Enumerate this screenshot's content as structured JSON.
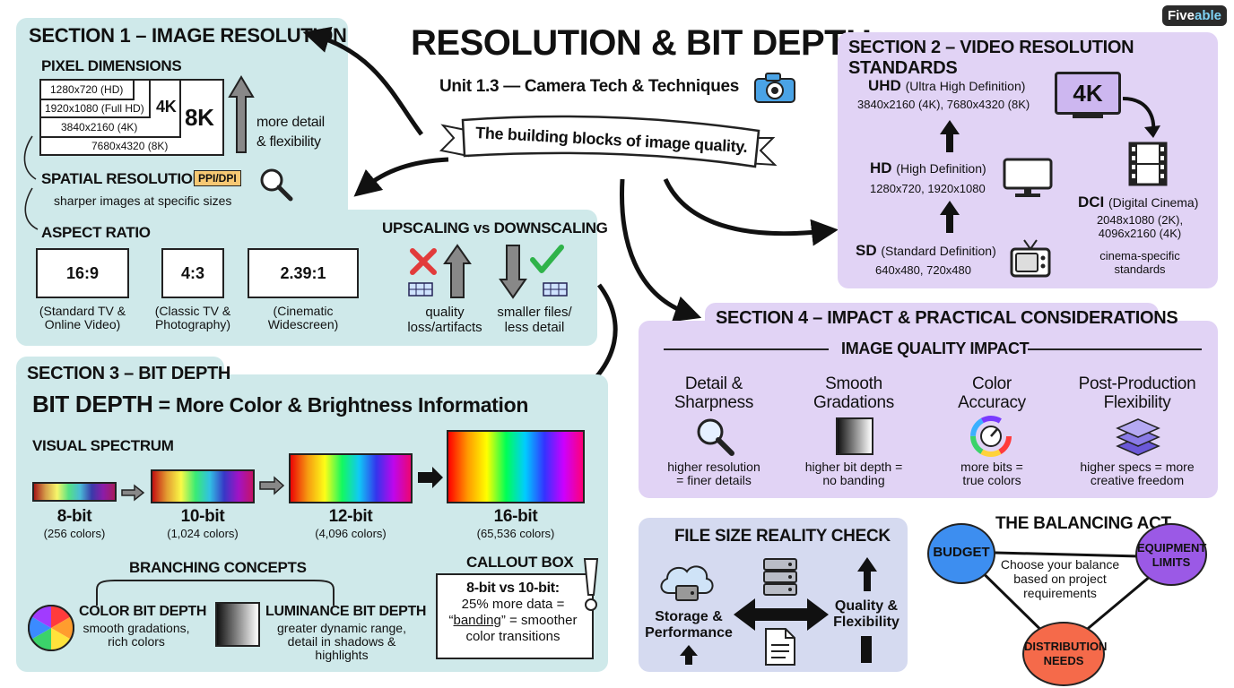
{
  "brand": {
    "name_a": "Five",
    "name_b": "able"
  },
  "header": {
    "title": "RESOLUTION & BIT DEPTH",
    "subtitle": "Unit 1.3 — Camera Tech & Techniques",
    "banner": "The building blocks of image quality."
  },
  "s1": {
    "title": "SECTION 1 – IMAGE RESOLUTION",
    "pixel_title": "PIXEL DIMENSIONS",
    "dims": [
      "1280x720 (HD)",
      "1920x1080 (Full HD)",
      "3840x2160 (4K)",
      "7680x4320 (8K)"
    ],
    "label_4k": "4K",
    "label_8k": "8K",
    "more_detail": "more detail",
    "flexibility": "& flexibility",
    "spatial_title": "SPATIAL RESOLUTION",
    "ppi_badge": "PPI/DPI",
    "spatial_desc": "sharper images at specific sizes",
    "aspect_title": "ASPECT RATIO",
    "ratios": [
      {
        "value": "16:9",
        "line1": "(Standard TV &",
        "line2": "Online Video)"
      },
      {
        "value": "4:3",
        "line1": "(Classic TV &",
        "line2": "Photography)"
      },
      {
        "value": "2.39:1",
        "line1": "(Cinematic",
        "line2": "Widescreen)"
      }
    ],
    "scaling_title": "UPSCALING vs DOWNSCALING",
    "up_line1": "quality",
    "up_line2": "loss/artifacts",
    "down_line1": "smaller files/",
    "down_line2": "less detail"
  },
  "s2": {
    "title": "SECTION 2 – VIDEO RESOLUTION STANDARDS",
    "uhd_name": "UHD",
    "uhd_full": "(Ultra High Definition)",
    "uhd_res": "3840x2160 (4K), 7680x4320 (8K)",
    "badge_4k": "4K",
    "hd_name": "HD",
    "hd_full": "(High Definition)",
    "hd_res": "1280x720, 1920x1080",
    "sd_name": "SD",
    "sd_full": "(Standard Definition)",
    "sd_res": "640x480, 720x480",
    "dci_name": "DCI",
    "dci_full": "(Digital Cinema)",
    "dci_res1": "2048x1080 (2K),",
    "dci_res2": "4096x2160 (4K)",
    "dci_note1": "cinema-specific",
    "dci_note2": "standards"
  },
  "s3": {
    "title": "SECTION 3 – BIT DEPTH",
    "headline_a": "BIT DEPTH",
    "headline_b": " = More Color & Brightness Information",
    "spectrum_title": "VISUAL SPECTRUM",
    "bits": [
      {
        "label": "8-bit",
        "colors": "(256 colors)"
      },
      {
        "label": "10-bit",
        "colors": "(1,024 colors)"
      },
      {
        "label": "12-bit",
        "colors": "(4,096 colors)"
      },
      {
        "label": "16-bit",
        "colors": "(65,536 colors)"
      }
    ],
    "branching_title": "BRANCHING CONCEPTS",
    "color_title": "COLOR BIT DEPTH",
    "color_desc1": "smooth gradations,",
    "color_desc2": "rich colors",
    "lum_title": "LUMINANCE BIT DEPTH",
    "lum_desc1": "greater dynamic range,",
    "lum_desc2": "detail in shadows &",
    "lum_desc3": "highlights",
    "callout_title": "CALLOUT BOX",
    "callout_line1": "8-bit vs 10-bit:",
    "callout_line2": "25% more data =",
    "callout_line3a": "“",
    "callout_line3b": "banding",
    "callout_line3c": "” = smoother",
    "callout_line4": "color transitions"
  },
  "s4": {
    "title": "SECTION 4 – IMPACT & PRACTICAL CONSIDERATIONS",
    "impact_title": "IMAGE QUALITY IMPACT",
    "items": [
      {
        "t1": "Detail &",
        "t2": "Sharpness",
        "d1": "higher resolution",
        "d2": "= finer details"
      },
      {
        "t1": "Smooth",
        "t2": "Gradations",
        "d1": "higher bit depth =",
        "d2": "no banding"
      },
      {
        "t1": "Color",
        "t2": "Accuracy",
        "d1": "more bits =",
        "d2": "true colors"
      },
      {
        "t1": "Post-Production",
        "t2": "Flexibility",
        "d1": "higher specs = more",
        "d2": "creative freedom"
      }
    ]
  },
  "filesize": {
    "title": "FILE SIZE REALITY CHECK",
    "left1": "Storage &",
    "left2": "Performance",
    "right1": "Quality &",
    "right2": "Flexibility"
  },
  "balance": {
    "title": "THE BALANCING ACT",
    "budget": "BUDGET",
    "equip1": "EQUIPMENT",
    "equip2": "LIMITS",
    "dist1": "DISTRIBUTION",
    "dist2": "NEEDS",
    "center1": "Choose your balance",
    "center2": "based on project",
    "center3": "requirements"
  },
  "colors": {
    "teal": "#cfe9ea",
    "lavender": "#e1d3f5",
    "slate": "#d5daf0",
    "budget": "#3d8ef0",
    "equipment": "#9b59e6",
    "distribution": "#f56a4a",
    "ppi": "#f7c873"
  }
}
